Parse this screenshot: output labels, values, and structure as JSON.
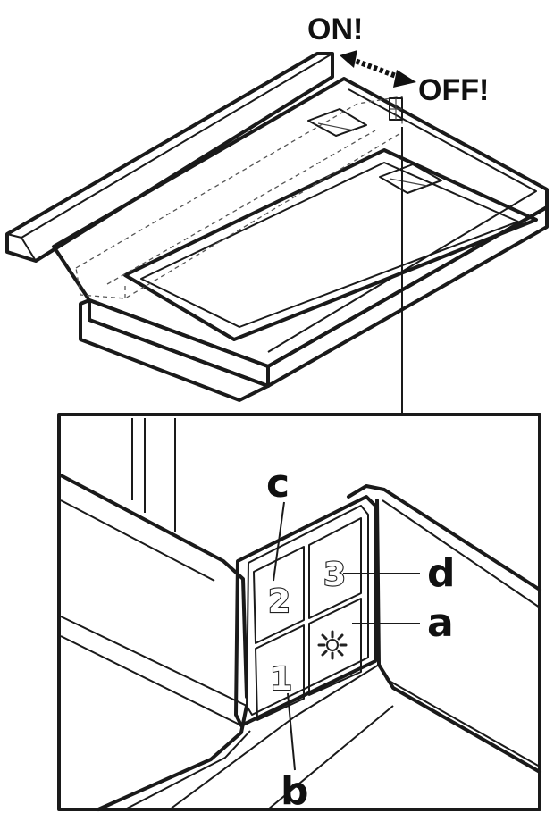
{
  "switch": {
    "on_label": "ON!",
    "off_label": "OFF!"
  },
  "detail": {
    "callouts": {
      "a": "a",
      "b": "b",
      "c": "c",
      "d": "d"
    },
    "keys": {
      "key1": "1",
      "key2": "2",
      "key3": "3",
      "light_icon": "light-icon"
    }
  }
}
